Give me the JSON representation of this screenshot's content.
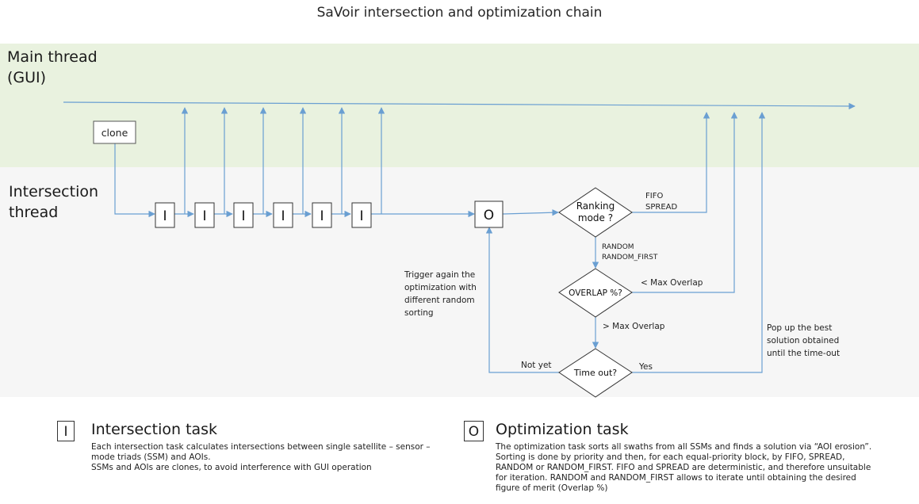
{
  "title": "SaVoir intersection and optimization chain",
  "lanes": {
    "main": [
      "Main thread",
      "(GUI)"
    ],
    "intersection": [
      "Intersection",
      "thread"
    ]
  },
  "nodes": {
    "clone": "clone",
    "intersection_tasks": [
      "I",
      "I",
      "I",
      "I",
      "I",
      "I"
    ],
    "optimization": "O",
    "ranking_mode": [
      "Ranking",
      "mode ?"
    ],
    "overlap": "OVERLAP %?",
    "timeout": "Time out?"
  },
  "edge_labels": {
    "fifo_spread": [
      "FIFO",
      "SPREAD"
    ],
    "random": [
      "RANDOM",
      "RANDOM_FIRST"
    ],
    "lt_max_overlap": "< Max Overlap",
    "gt_max_overlap": "> Max Overlap",
    "not_yet": "Not yet",
    "yes": "Yes",
    "trigger_again": [
      "Trigger again the",
      "optimization with",
      "different random",
      "sorting"
    ],
    "pop_up": [
      "Pop up the best",
      "solution obtained",
      "until the time-out"
    ]
  },
  "legend": {
    "intersection": {
      "symbol": "I",
      "title": "Intersection task",
      "lines": [
        "Each intersection task calculates intersections between single satellite – sensor –",
        "mode triads (SSM) and AOIs.",
        "SSMs and AOIs are clones, to avoid interference with GUI operation"
      ]
    },
    "optimization": {
      "symbol": "O",
      "title": "Optimization task",
      "lines": [
        "The optimization task sorts all swaths from all SSMs and finds a solution via “AOI erosion”.",
        "Sorting is done by priority and then, for each equal-priority block, by FIFO, SPREAD,",
        "RANDOM or RANDOM_FIRST. FIFO  and SPREAD are deterministic, and therefore unsuitable",
        "for iteration. RANDOM and RANDOM_FIRST allows to iterate until obtaining the desired",
        "figure of merit (Overlap %)"
      ]
    }
  },
  "colors": {
    "arrow": "#6a9fd2",
    "main_band": "#e9f2df",
    "intersection_band": "#f6f6f6",
    "node_border": "#333333"
  }
}
